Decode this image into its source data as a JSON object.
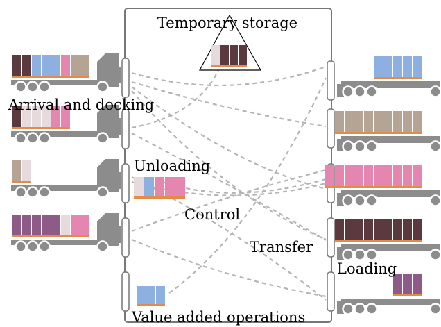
{
  "labels": {
    "temporary_storage": "Temporary storage",
    "arrival_docking": "Arrival and docking",
    "unloading": "Unloading",
    "control": "Control",
    "transfer": "Transfer",
    "loading": "Loading",
    "value_added": "Value added operations"
  },
  "colors": {
    "truck_gray": "#8c8c8c",
    "brown": "#5a3a3e",
    "blue": "#8db0e0",
    "pink": "#e486b0",
    "tan": "#b5a394",
    "light": "#e6dadc",
    "purple": "#8e5a88",
    "pallet": "#e38b4a",
    "dock_border": "#777777",
    "flow_line": "#b4b4b4"
  },
  "inbound_trucks": [
    {
      "name": "inbound-truck-1",
      "cargo": [
        "brown",
        "brown",
        "blue",
        "blue",
        "blue",
        "pink",
        "tan",
        "tan"
      ]
    },
    {
      "name": "inbound-truck-2",
      "cargo": [
        "brown",
        "light",
        "light",
        "light",
        "pink",
        "pink"
      ]
    },
    {
      "name": "inbound-truck-3",
      "cargo": [
        "tan",
        "light"
      ]
    },
    {
      "name": "inbound-truck-4",
      "cargo": [
        "purple",
        "purple",
        "purple",
        "purple",
        "purple",
        "light",
        "pink",
        "pink"
      ]
    }
  ],
  "outbound_trucks": [
    {
      "name": "outbound-truck-1",
      "cargo": [
        "blue",
        "blue",
        "blue",
        "blue",
        "blue"
      ]
    },
    {
      "name": "outbound-truck-2",
      "cargo": [
        "tan",
        "tan",
        "tan",
        "tan",
        "tan",
        "tan",
        "tan",
        "tan",
        "tan"
      ]
    },
    {
      "name": "outbound-truck-3",
      "cargo": [
        "pink",
        "pink",
        "pink",
        "pink",
        "pink",
        "pink",
        "pink",
        "pink",
        "pink",
        "pink"
      ]
    },
    {
      "name": "outbound-truck-4",
      "cargo": [
        "brown",
        "brown",
        "brown",
        "brown",
        "brown",
        "brown",
        "brown",
        "brown",
        "brown"
      ]
    },
    {
      "name": "outbound-truck-5",
      "cargo": [
        "purple",
        "purple",
        "purple"
      ]
    }
  ],
  "storage_cargo": [
    "light",
    "brown",
    "brown",
    "brown"
  ],
  "unloading_cargo": [
    "light",
    "blue",
    "pink",
    "pink",
    "pink"
  ],
  "value_added_cargo": [
    "blue",
    "blue",
    "blue"
  ]
}
